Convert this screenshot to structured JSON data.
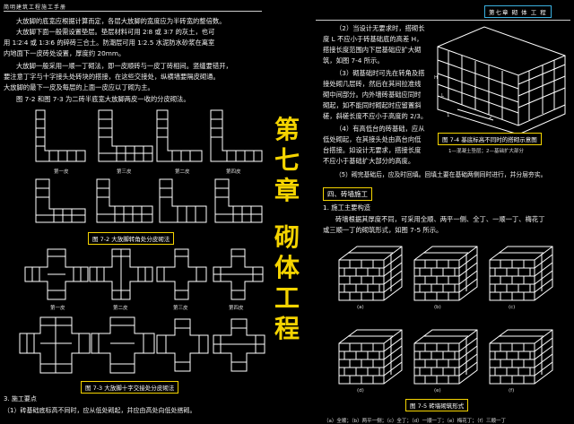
{
  "header": {
    "book_title": "简明建筑工程施工手册",
    "chapter_tag": "第七章  砌 体 工 程"
  },
  "chapter_title": [
    "第",
    "七",
    "章",
    "",
    "砌",
    "体",
    "工",
    "程"
  ],
  "left_page": {
    "paragraphs": [
      "大放脚的底宽应根据计算而定，各层大放脚的宽度应为半砖宽的整倍数。",
      "大放脚下面一般需设置垫层。垫层材料可用 2∶8 或 3∶7 的灰土，也可",
      "用 1∶2∶4 或 1∶3∶6 的碎砖三合土。防潮层可用 1∶2.5 水泥防水砂浆在离室",
      "内地面下一皮砖处设置，厚度约 20mm。",
      "大放脚一般采用一顺一丁砌法，即一皮顺砖与一皮丁砖相间。竖缝要错开，",
      "要注意丁字与十字接头处砖块的搭接，在这些交接处，纵横墙要隔皮砌通。",
      "大放脚的最下一皮及每层的上面一皮应以丁砌为主。",
      "图 7-2 和图 7-3 为二砖半底宽大放脚两皮一收的分皮砌法。"
    ],
    "fig72_row1_labels": [
      "第一皮",
      "第三皮",
      "第二皮",
      "第四皮"
    ],
    "fig72_caption": "图 7-2   大放脚转角处分皮砌法",
    "fig73_row1_labels": [
      "第一皮",
      "第二皮",
      "第三皮",
      "第四皮"
    ],
    "fig73_caption": "图 7-3   大放脚十字交接处分皮砌法",
    "section3_title": "3. 施工要点",
    "section3_item1": "（1）砖基础底标高不同时，应从低处砌起，并应由高处向低处搭砌。"
  },
  "right_page": {
    "paragraphs_top": [
      "（2）当设计无要求时，搭砌长",
      "度 L 不应小于砖基础底的高差 H，",
      "搭接长度范围内下层基础应扩大砌",
      "筑，如图 7-4 所示。",
      "（3）砌基础时可先在转角及搭",
      "接处砌几层砖，然后在其间拉准线",
      "砌中间部分。内外墙砖基础应同时",
      "砌起，如不能同时砌起时应留置斜",
      "槎，斜槎长度不应小于高度的 2/3。",
      "（4）有高低台的砖基础，应从",
      "低处砌起，在其接头处由高台向低",
      "台搭接。如设计无要求，搭接长度",
      "不应小于基础扩大部分的高度。"
    ],
    "fig74_caption": "图 7-4   基底标高不同时的搭砌示意图",
    "fig74_legend": "1—混凝土垫层；2—基础扩大部分",
    "fig74_markers": [
      "L",
      "H",
      "1",
      "2"
    ],
    "para5": "（5）砌完基础后，应及时回填。回填土要在基础两侧同时进行，并分层夯实。",
    "section4_title": "四、砖墙施工",
    "section4_sub": "1. 施工主要构造",
    "section4_text": [
      "砖墙根据其厚度不同，可采用全顺、两平一侧、全丁、一顺一丁、梅花丁",
      "或三顺一丁的砌筑形式，如图 7-5 所示。"
    ],
    "fig75_sub_labels": [
      "(a)",
      "(b)",
      "(c)",
      "(d)",
      "(e)",
      "(f)"
    ],
    "fig75_caption": "图 7-5   砖墙砌筑形式",
    "fig75_legend": "（a）全顺；（b）两平一侧；（c）全丁；（d）一顺一丁；（e）梅花丁；（f）三顺一丁"
  },
  "colors": {
    "caption_border": "#f5d400",
    "chapter_title": "#f5d400",
    "header_tag_border": "#3ab0e0",
    "background": "#000000"
  }
}
